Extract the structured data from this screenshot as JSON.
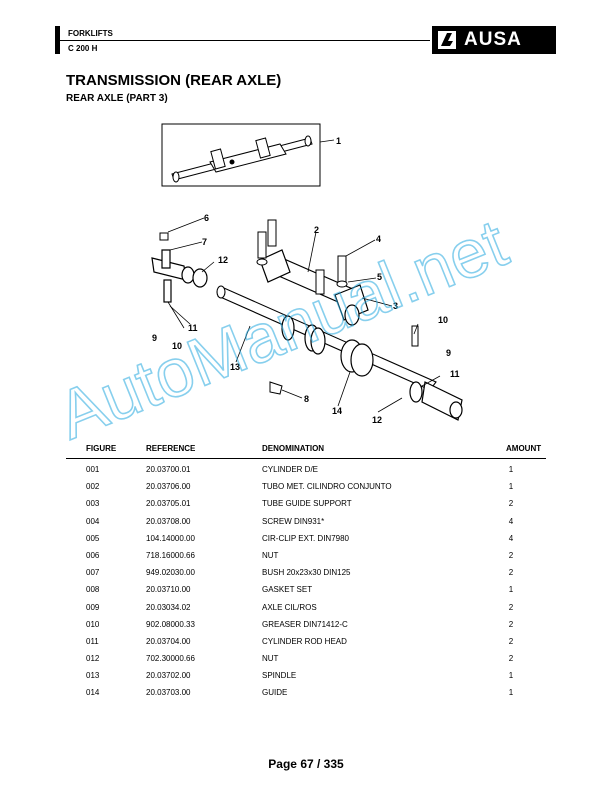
{
  "header": {
    "line1": "FORKLIFTS",
    "line2": "C 200 H",
    "logo_text": "AUSA",
    "logo_icon": "ausa-logo-icon"
  },
  "title": "TRANSMISSION (REAR AXLE)",
  "subtitle": "REAR AXLE (PART 3)",
  "watermark": "AutoManual.net",
  "diagram": {
    "callouts": [
      "1",
      "2",
      "3",
      "4",
      "5",
      "6",
      "7",
      "8",
      "9",
      "10",
      "11",
      "12",
      "13",
      "14",
      "10",
      "9",
      "11",
      "12"
    ]
  },
  "table": {
    "headers": [
      "FIGURE",
      "REFERENCE",
      "DENOMINATION",
      "AMOUNT"
    ],
    "rows": [
      {
        "figure": "001",
        "reference": "20.03700.01",
        "denomination": "CYLINDER D/E",
        "amount": "1"
      },
      {
        "figure": "002",
        "reference": "20.03706.00",
        "denomination": "TUBO MET. CILINDRO CONJUNTO",
        "amount": "1"
      },
      {
        "figure": "003",
        "reference": "20.03705.01",
        "denomination": "TUBE GUIDE SUPPORT",
        "amount": "2"
      },
      {
        "figure": "004",
        "reference": "20.03708.00",
        "denomination": "SCREW DIN931*",
        "amount": "4"
      },
      {
        "figure": "005",
        "reference": "104.14000.00",
        "denomination": "CIR-CLIP EXT. DIN7980",
        "amount": "4"
      },
      {
        "figure": "006",
        "reference": "718.16000.66",
        "denomination": "NUT",
        "amount": "2"
      },
      {
        "figure": "007",
        "reference": "949.02030.00",
        "denomination": "BUSH 20x23x30 DIN125",
        "amount": "2"
      },
      {
        "figure": "008",
        "reference": "20.03710.00",
        "denomination": "GASKET SET",
        "amount": "1"
      },
      {
        "figure": "009",
        "reference": "20.03034.02",
        "denomination": "AXLE CIL/ROS",
        "amount": "2"
      },
      {
        "figure": "010",
        "reference": "902.08000.33",
        "denomination": "GREASER DIN71412-C",
        "amount": "2"
      },
      {
        "figure": "011",
        "reference": "20.03704.00",
        "denomination": "CYLINDER ROD HEAD",
        "amount": "2"
      },
      {
        "figure": "012",
        "reference": "702.30000.66",
        "denomination": "NUT",
        "amount": "2"
      },
      {
        "figure": "013",
        "reference": "20.03702.00",
        "denomination": "SPINDLE",
        "amount": "1"
      },
      {
        "figure": "014",
        "reference": "20.03703.00",
        "denomination": "GUIDE",
        "amount": "1"
      }
    ]
  },
  "footer": {
    "page": "Page 67 / 335"
  },
  "colors": {
    "watermark": "#26a9e0",
    "ink": "#000000"
  }
}
